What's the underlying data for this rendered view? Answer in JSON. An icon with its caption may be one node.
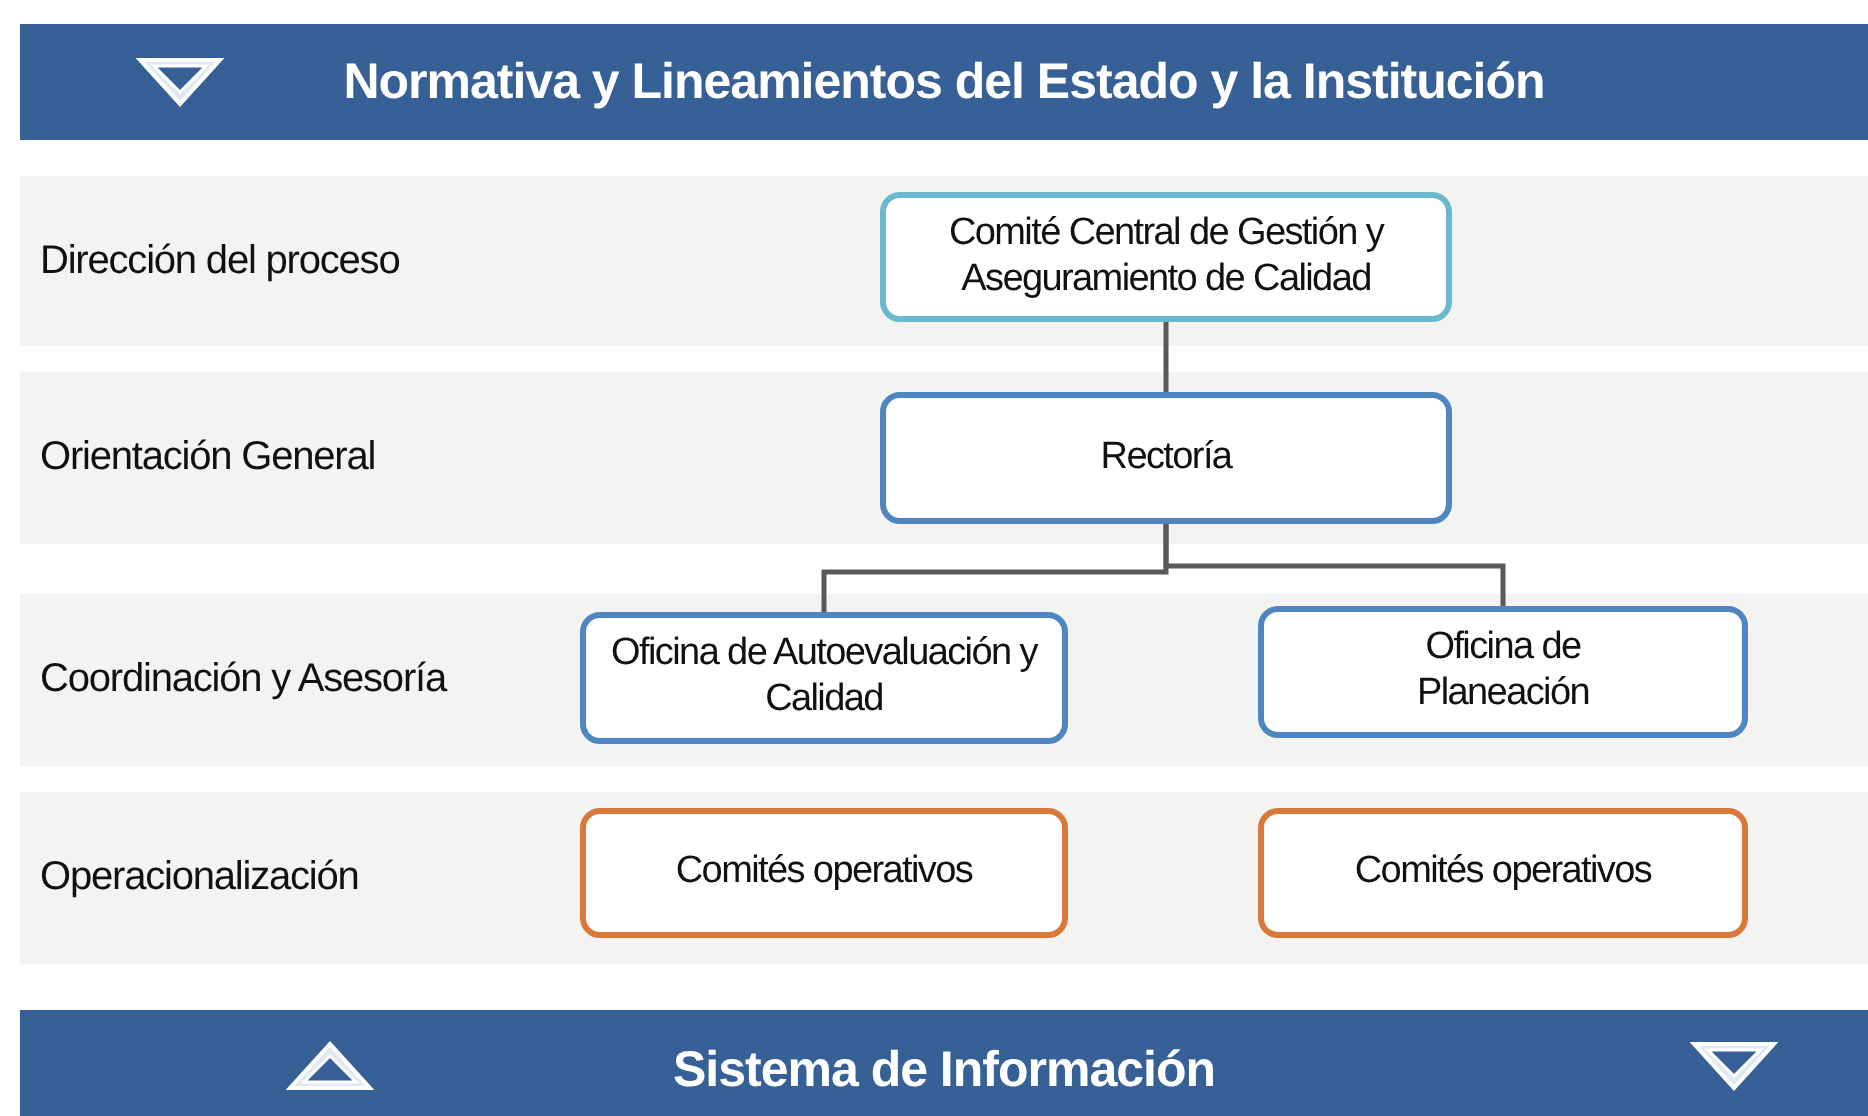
{
  "diagram": {
    "nodes": [
      {
        "text": [
          "Normativa y Lineamientos del Estado y la Institución"
        ]
      },
      {
        "text": [
          "Dirección del proceso"
        ]
      },
      {
        "text": [
          "Comité Central de Gestión y Aseguramiento de Calidad"
        ],
        "in": 1
      },
      {
        "text": [
          "Orientación General"
        ]
      },
      {
        "text": [
          "Rectoría"
        ],
        "in": 3
      },
      {
        "text": [
          "Coordinación y Asesoría"
        ]
      },
      {
        "text": [
          "Oficina de Autoevaluación y Calidad"
        ],
        "in": 5
      },
      {
        "text": [
          "Oficina de Planeación"
        ],
        "in": 5
      },
      {
        "text": [
          "Operacionalización"
        ]
      },
      {
        "text": [
          "Comités operativos"
        ],
        "in": 8
      },
      {
        "text": [
          "Comités operativos"
        ],
        "in": 8
      },
      {
        "text": [
          "Sistema de Información"
        ]
      }
    ],
    "edges": [
      {
        "from": 2,
        "to": 4,
        "arrow": "none"
      },
      {
        "from": 4,
        "to": 6,
        "arrow": "none"
      },
      {
        "from": 4,
        "to": 7,
        "arrow": "none"
      }
    ]
  }
}
